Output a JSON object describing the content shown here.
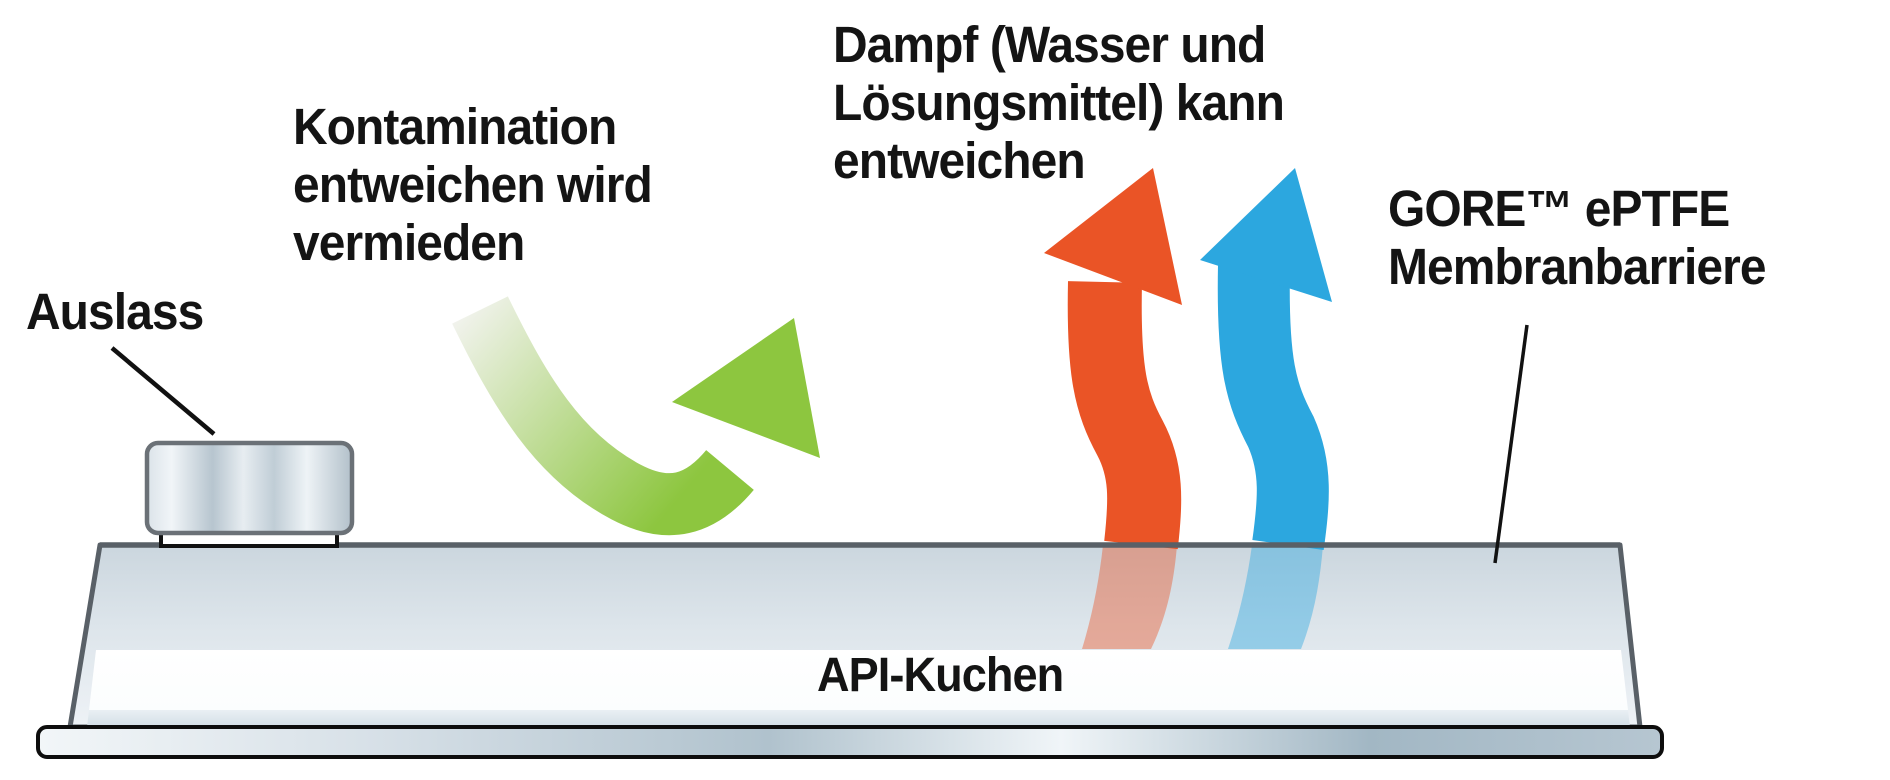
{
  "diagram": {
    "title_context": "Membrane drying tray schematic",
    "labels": {
      "auslass": "Auslass",
      "kontamination": "Kontamination\nentweichen wird\nvermieden",
      "dampf": "Dampf (Wasser und\nLösungsmittel) kann\nentweichen",
      "membrane": "GORE™ ePTFE\nMembranbarriere",
      "api": "API-Kuchen"
    },
    "icons": [
      "green-curved-arrow-icon",
      "orange-vapor-arrow-icon",
      "blue-vapor-arrow-icon"
    ],
    "colors": {
      "green": "#8dc63f",
      "green_fade": "#f2f3ee",
      "orange": "#ea5426",
      "blue": "#2ca7df",
      "outline": "#596067",
      "ink": "#141414",
      "lid_top": "#cbd6de",
      "lid_bottom": "#eef2f6",
      "cake_white": "#ffffff"
    }
  }
}
